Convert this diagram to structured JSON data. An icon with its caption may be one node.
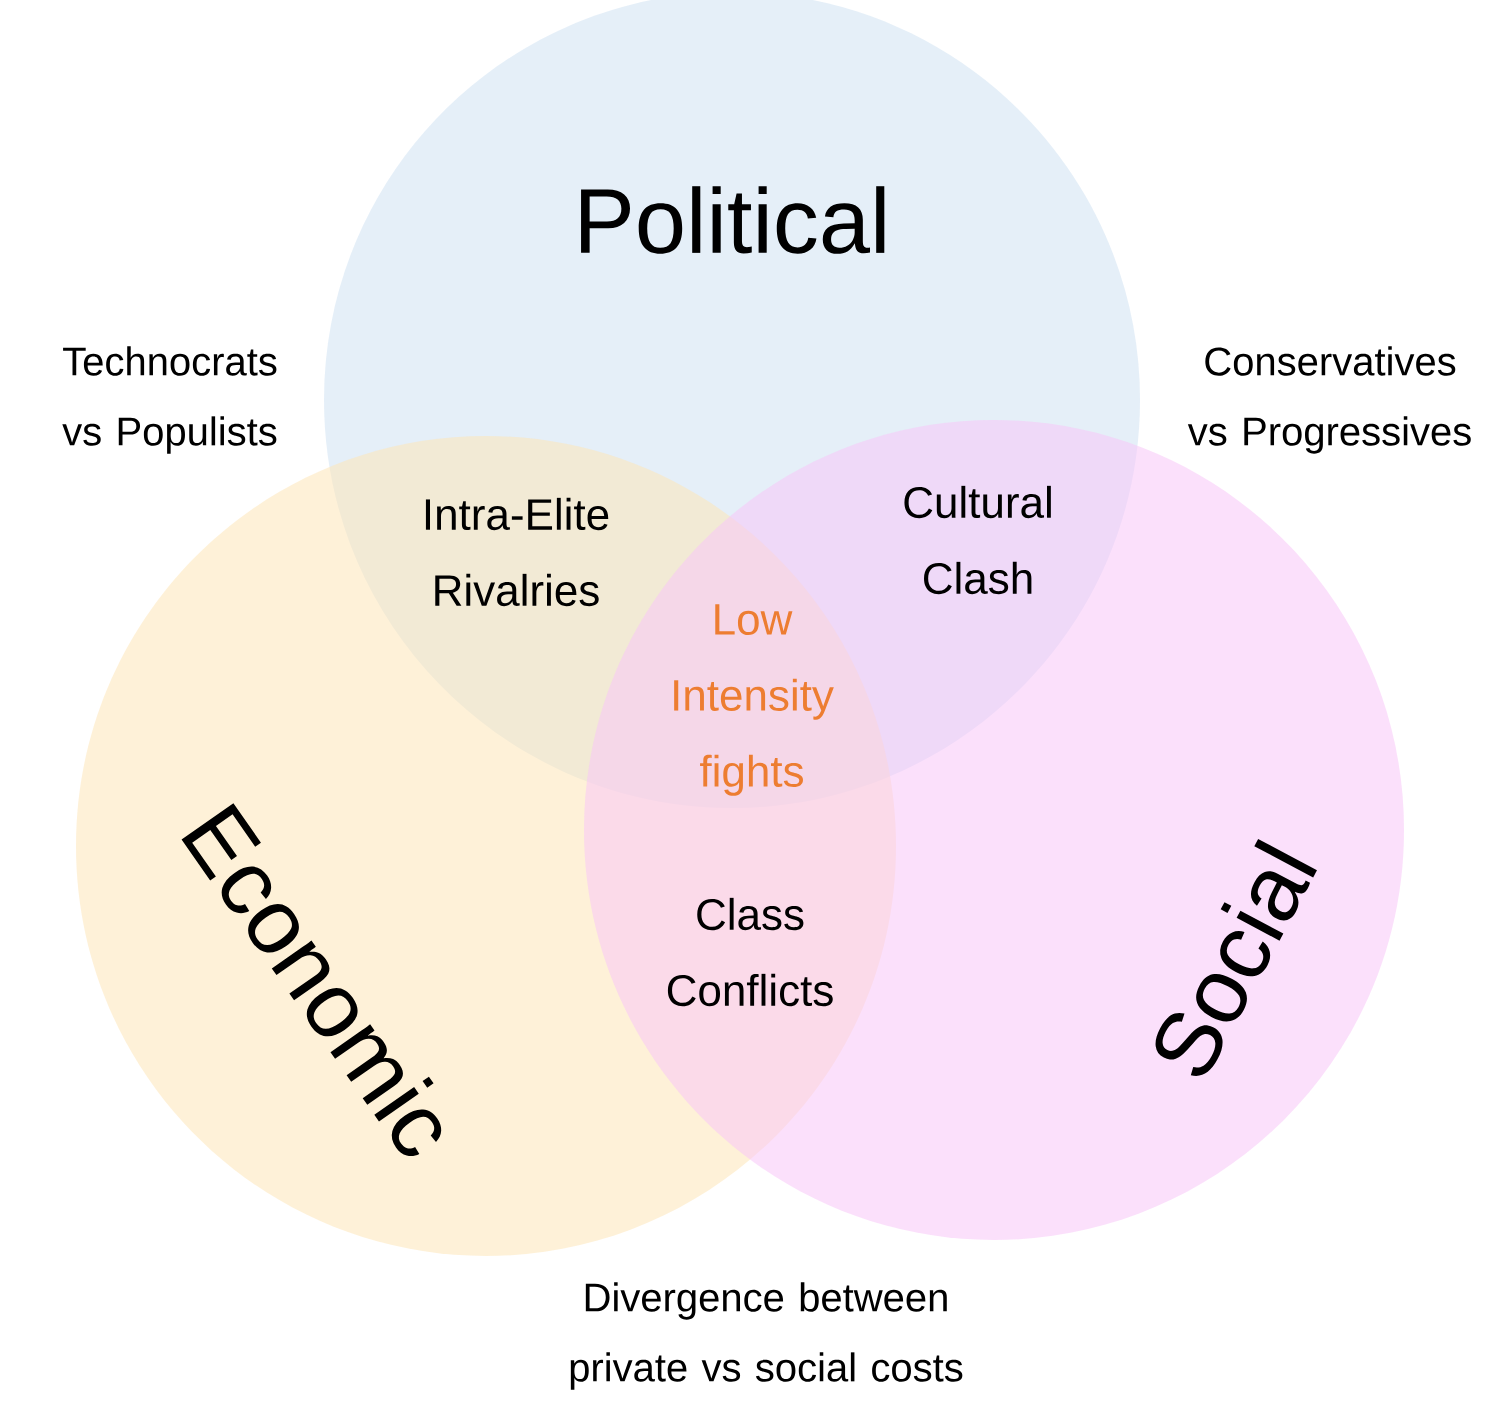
{
  "diagram": {
    "nodes": [
      {
        "text": [
          "Political"
        ]
      },
      {
        "text": [
          "Economic"
        ]
      },
      {
        "text": [
          "Social"
        ]
      }
    ],
    "labels": [
      "Technocrats vs Populists",
      "Conservatives vs Progressives",
      "Intra-Elite Rivalries",
      "Cultural Clash",
      "Low Intensity fights",
      "Class Conflicts",
      "Divergence between private vs social costs"
    ]
  }
}
